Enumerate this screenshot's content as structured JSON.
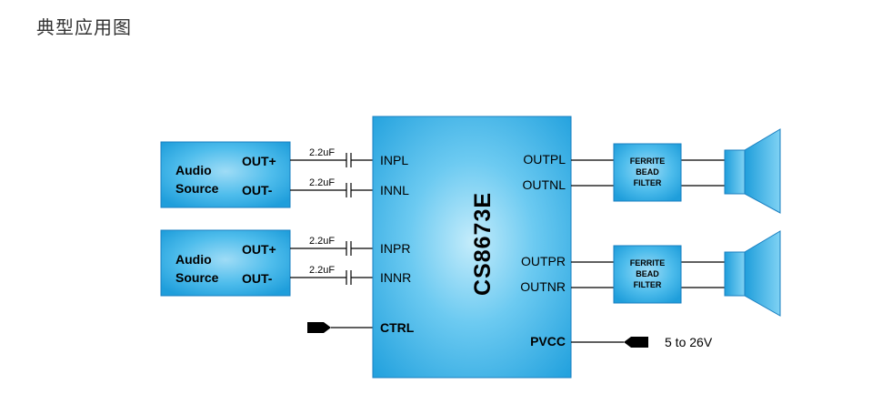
{
  "page": {
    "title": "典型应用图"
  },
  "chip": {
    "name": "CS8673E"
  },
  "sources": [
    {
      "line1": "Audio",
      "line2": "Source",
      "out_plus": "OUT+",
      "out_minus": "OUT-"
    },
    {
      "line1": "Audio",
      "line2": "Source",
      "out_plus": "OUT+",
      "out_minus": "OUT-"
    }
  ],
  "capacitors": [
    "2.2uF",
    "2.2uF",
    "2.2uF",
    "2.2uF"
  ],
  "inputs": [
    "INPL",
    "INNL",
    "INPR",
    "INNR"
  ],
  "ctrl": "CTRL",
  "outputs": [
    "OUTPL",
    "OUTNL",
    "OUTPR",
    "OUTNR"
  ],
  "pvcc": "PVCC",
  "supply": "5 to 26V",
  "filters": [
    {
      "line1": "FERRITE",
      "line2": "BEAD",
      "line3": "FILTER"
    },
    {
      "line1": "FERRITE",
      "line2": "BEAD",
      "line3": "FILTER"
    }
  ],
  "colors": {
    "block_fill": "#3ab4e8",
    "block_edge": "#1a7fc0",
    "speaker": "#3ab4e8"
  },
  "icons": [
    "speaker-icon",
    "connector-arrow-icon"
  ]
}
